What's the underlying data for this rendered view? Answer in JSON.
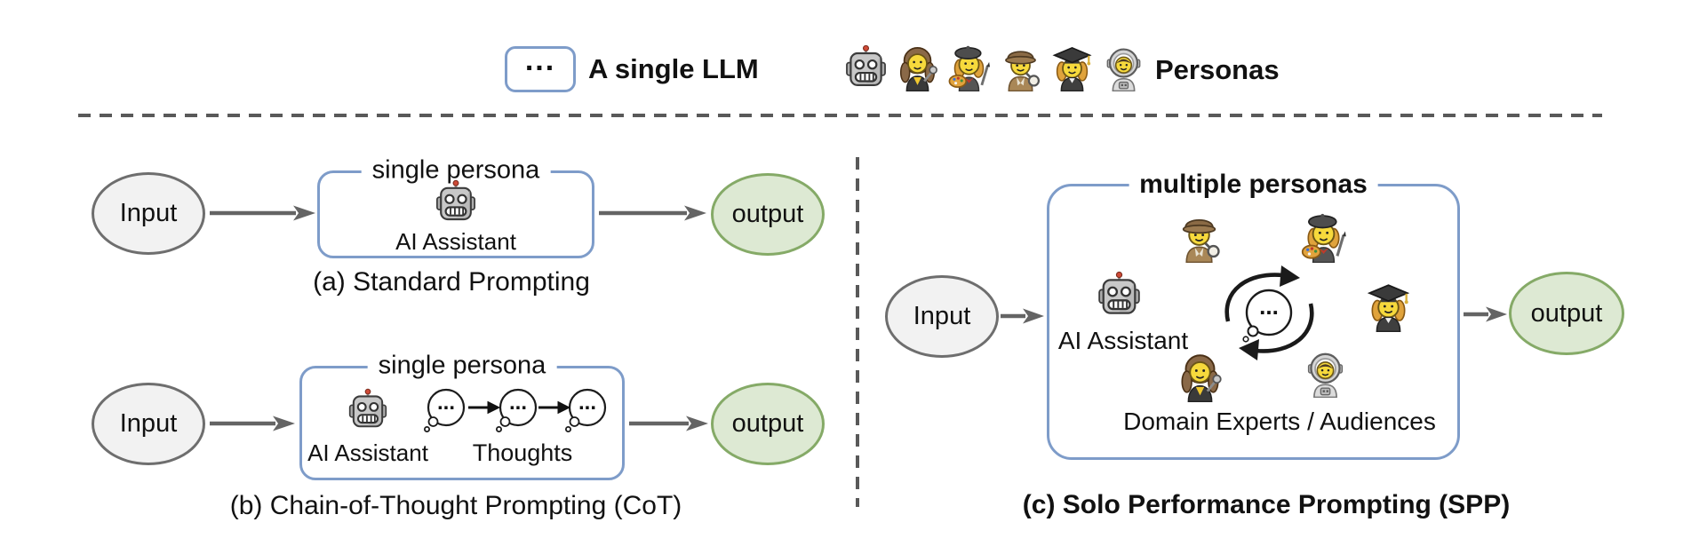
{
  "colors": {
    "box_border_blue": "#7e9cc9",
    "output_fill_green": "#dde9d3",
    "output_border_green": "#85aa67",
    "input_fill_gray": "#f2f2f2",
    "input_border_gray": "#6e6e6e",
    "arrow_gray": "#646464",
    "dashed_divider": "#595959"
  },
  "legend": {
    "llm_symbol": "...",
    "llm_label": "A single LLM",
    "personas_label": "Personas",
    "personas_icons": [
      "robot-icon",
      "singer-icon",
      "artist-icon",
      "detective-icon",
      "graduate-icon",
      "astronaut-icon"
    ]
  },
  "panel_a": {
    "input_label": "Input",
    "box_title": "single persona",
    "agent_icon": "robot-icon",
    "agent_label": "AI Assistant",
    "output_label": "output",
    "caption": "(a) Standard Prompting"
  },
  "panel_b": {
    "input_label": "Input",
    "box_title": "single persona",
    "agent_icon": "robot-icon",
    "agent_label": "AI Assistant",
    "thought_dots": "...",
    "thoughts_label": "Thoughts",
    "output_label": "output",
    "caption": "(b) Chain-of-Thought Prompting (CoT)"
  },
  "panel_c": {
    "input_label": "Input",
    "box_title": "multiple personas",
    "agent_icon": "robot-icon",
    "agent_label": "AI Assistant",
    "persona_icons": [
      "detective-icon",
      "artist-icon",
      "graduate-icon",
      "singer-icon",
      "astronaut-icon"
    ],
    "cycle_dots": "...",
    "experts_label": "Domain Experts / Audiences",
    "output_label": "output",
    "caption": "(c) Solo Performance Prompting (SPP)"
  }
}
